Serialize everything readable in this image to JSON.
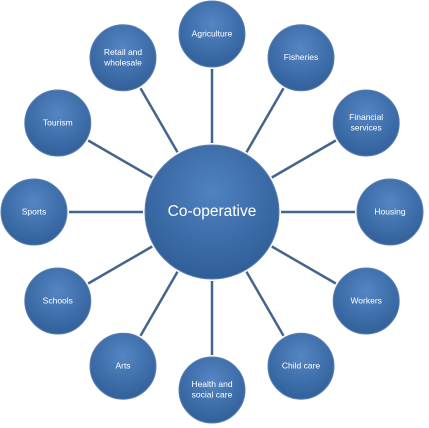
{
  "center": {
    "label": "Co-operative"
  },
  "nodes": [
    {
      "id": "agriculture",
      "lines": [
        "Agriculture"
      ]
    },
    {
      "id": "fisheries",
      "lines": [
        "Fisheries"
      ]
    },
    {
      "id": "financial-services",
      "lines": [
        "Financial",
        "services"
      ]
    },
    {
      "id": "housing",
      "lines": [
        "Housing"
      ]
    },
    {
      "id": "workers",
      "lines": [
        "Workers"
      ]
    },
    {
      "id": "child-care",
      "lines": [
        "Child care"
      ]
    },
    {
      "id": "health-and-social-care",
      "lines": [
        "Health and",
        "social care"
      ]
    },
    {
      "id": "arts",
      "lines": [
        "Arts"
      ]
    },
    {
      "id": "schools",
      "lines": [
        "Schools"
      ]
    },
    {
      "id": "sports",
      "lines": [
        "Sports"
      ]
    },
    {
      "id": "tourism",
      "lines": [
        "Tourism"
      ]
    },
    {
      "id": "retail-and-wholesale",
      "lines": [
        "Retail and",
        "wholesale"
      ]
    }
  ],
  "colors": {
    "node_fill_top": "#5586c3",
    "node_fill_bottom": "#2e5d97",
    "center_fill_top": "#4f82c0",
    "center_fill_bottom": "#2d5b94",
    "spoke": "#44648c",
    "label_text": "#ffffff"
  }
}
